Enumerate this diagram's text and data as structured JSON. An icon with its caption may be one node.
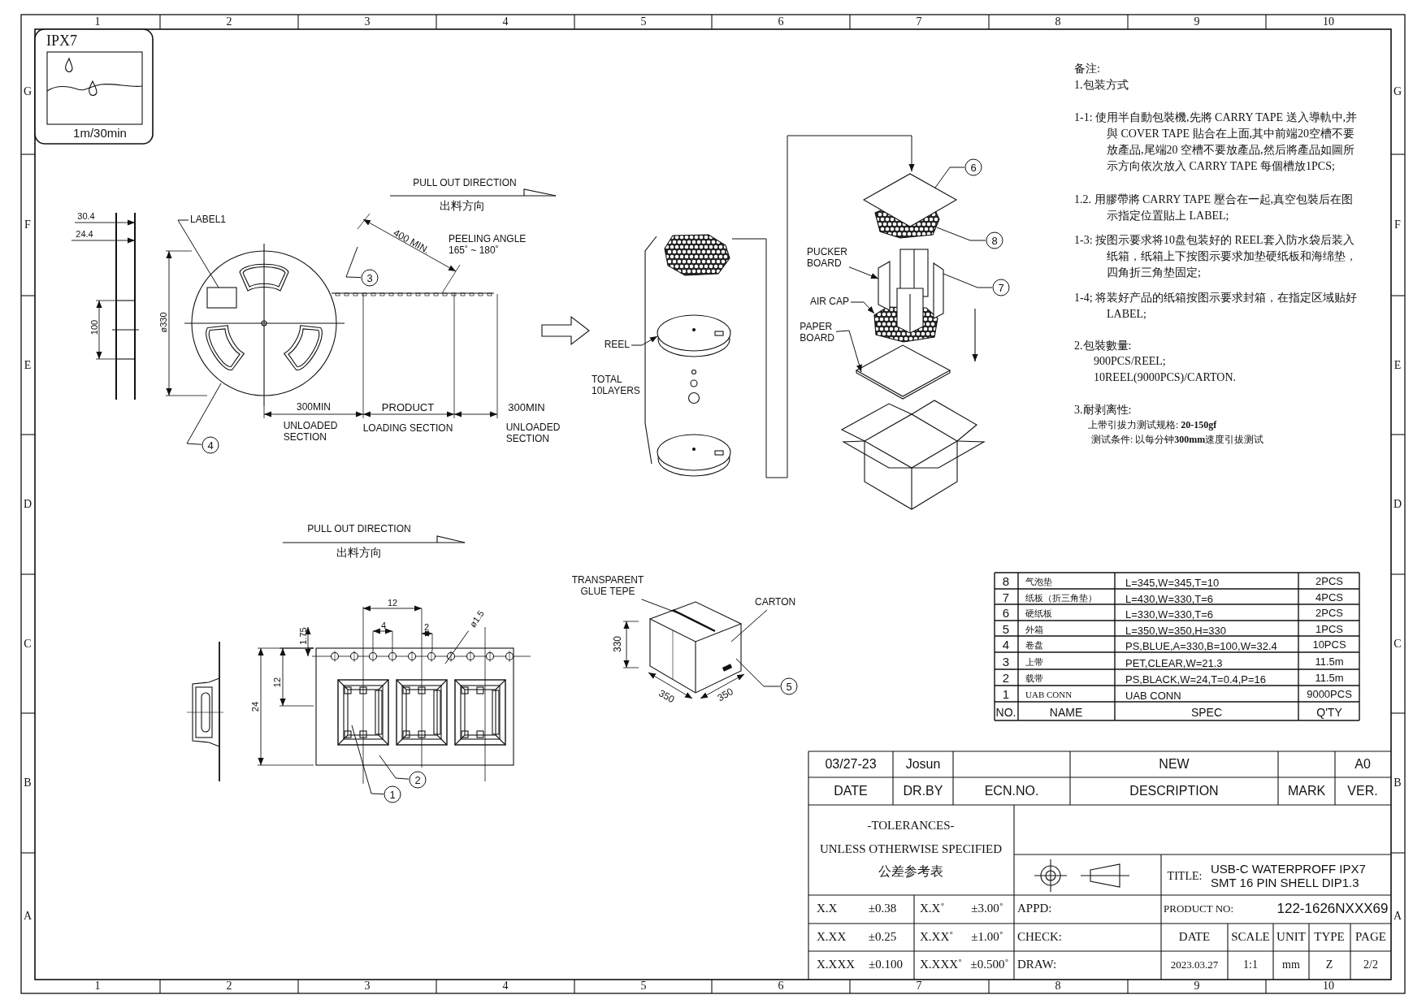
{
  "diagram": {
    "nodes": [
      {
        "text": [
          "LABEL1"
        ]
      },
      {
        "text": [
          "3"
        ]
      },
      {
        "text": [
          "4"
        ]
      },
      {
        "text": [
          "REEL"
        ]
      },
      {
        "text": [
          "PUCKER BOARD"
        ]
      },
      {
        "text": [
          "AIR CAP"
        ]
      },
      {
        "text": [
          "PAPER BOARD"
        ]
      },
      {
        "text": [
          "6"
        ]
      },
      {
        "text": [
          "8"
        ]
      },
      {
        "text": [
          "7"
        ]
      },
      {
        "text": [
          "TRANSPARENT GLUE TEPE"
        ]
      },
      {
        "text": [
          "CARTON"
        ]
      },
      {
        "text": [
          "5"
        ]
      },
      {
        "text": [
          "1"
        ]
      },
      {
        "text": [
          "2"
        ]
      },
      {
        "text": [
          "ø1.5"
        ]
      },
      {
        "text": [],
        "shape": "picture"
      },
      {
        "text": [],
        "shape": "box",
        "in": 16
      },
      {
        "text": [],
        "shape": "picture"
      },
      {
        "text": [],
        "shape": "picture"
      },
      {
        "text": [],
        "shape": "picture"
      },
      {
        "text": [],
        "shape": "box"
      },
      {
        "text": [],
        "shape": "box"
      },
      {
        "text": [],
        "shape": "picture"
      },
      {
        "text": [],
        "shape": "picture"
      },
      {
        "text": [],
        "shape": "picture"
      },
      {
        "text": [],
        "shape": "picture"
      }
    ],
    "edges": [
      {
        "from": 0,
        "to": 17,
        "arrow": "none"
      },
      {
        "from": 1,
        "to": null,
        "arrow": "none"
      },
      {
        "from": 2,
        "to": 16,
        "arrow": "none"
      },
      {
        "from": 3,
        "to": 18,
        "arrow": "to"
      },
      {
        "from": 4,
        "to": 21,
        "arrow": "to"
      },
      {
        "from": 5,
        "to": 20,
        "arrow": "to"
      },
      {
        "from": 6,
        "to": 19,
        "arrow": "to"
      },
      {
        "from": 7,
        "to": 24,
        "arrow": "none"
      },
      {
        "from": 8,
        "to": 23,
        "arrow": "none"
      },
      {
        "from": 9,
        "to": 22,
        "arrow": "none"
      },
      {
        "from": 10,
        "to": 25,
        "arrow": "none"
      },
      {
        "from": 11,
        "to": 25,
        "arrow": "none"
      },
      {
        "from": 12,
        "to": 25,
        "arrow": "none"
      },
      {
        "from": 13,
        "to": 26,
        "arrow": "none"
      },
      {
        "from": 14,
        "to": 26,
        "arrow": "none"
      },
      {
        "from": 15,
        "to": 26,
        "arrow": "none"
      },
      {
        "from": 18,
        "to": 24,
        "arrow": "to"
      }
    ],
    "labels": [
      "1",
      "2",
      "3",
      "4",
      "5",
      "6",
      "7",
      "8",
      "9",
      "10",
      "G",
      "F",
      "E",
      "D",
      "C",
      "B",
      "A",
      "G",
      "F",
      "E",
      "D",
      "C",
      "B",
      "A",
      "1",
      "2",
      "3",
      "4",
      "5",
      "6",
      "7",
      "8",
      "9",
      "10",
      "IPX7",
      "1m/30min",
      "30.4",
      "24.4",
      "100",
      "ø330",
      "PULL OUT DIRECTION",
      "出料方向",
      "400 MIN.",
      "PEELING ANGLE 165˚ ~ 180˚",
      "300MIN",
      "PRODUCT",
      "300MIN",
      "UNLOADED SECTION",
      "LOADING SECTION",
      "UNLOADED SECTION",
      "TOTAL 10LAYERS",
      "备注:",
      "1.包装方式",
      "1-1: 使用半自動包裝機,先將 CARRY TAPE 送入導軌中,并與 COVER TAPE 貼合在上面,其中前端20空槽不要放產品,尾端20 空槽不要放產品,然后將產品如圖所示方向依次放入 CARRY TAPE 每個槽放1PCS;",
      "1.2. 用膠帶將 CARRY TAPE 壓合在一起,真空包裝后在图示指定位置貼上 LABEL;",
      "1-3: 按图示要求将10盘包装好的 REEL套入防水袋后装入纸箱，纸箱上下按图示要求加垫硬纸板和海绵垫，四角折三角垫固定;",
      "1-4; 将装好产品的纸箱按图示要求封箱，在指定区域贴好 LABEL;",
      "2.包裝數量:",
      "900PCS/REEL;",
      "10REEL(9000PCS)/CARTON.",
      "3.耐剥离性:",
      "上带引拔力测试规格: **20-150gf**",
      "测试条件: 以每分钟**300mm**速度引拔测试",
      "PULL OUT DIRECTION",
      "出料方向",
      "12",
      "4",
      "2",
      "1.75",
      "12",
      "24",
      "330",
      "350",
      "350",
      "8",
      "气泡垫",
      "L=345,W=345,T=10",
      "2PCS",
      "7",
      "纸板（折三角垫）",
      "L=430,W=330,T=6",
      "4PCS",
      "6",
      "硬纸板",
      "L=330,W=330,T=6",
      "2PCS",
      "5",
      "外箱",
      "L=350,W=350,H=330",
      "1PCS",
      "4",
      "卷盘",
      "PS,BLUE,A=330,B=100,W=32.4",
      "10PCS",
      "3",
      "上带",
      "PET,CLEAR,W=21.3",
      "11.5m",
      "2",
      "载带",
      "PS,BLACK,W=24,T=0.4,P=16",
      "11.5m",
      "1",
      "UAB CONN",
      "UAB CONN",
      "9000PCS",
      "NO.",
      "NAME",
      "SPEC",
      "Q'TY",
      "03/27-23",
      "Josun",
      "NEW",
      "A0",
      "DATE",
      "DR.BY",
      "ECN.NO.",
      "DESCRIPTION",
      "MARK",
      "VER.",
      "-TOLERANCES-",
      "UNLESS OTHERWISE SPECIFIED",
      "公差参考表",
      "TITLE:",
      "USB-C WATERPROFF IPX7 SMT 16 PIN SHELL DIP1.3",
      "X.X",
      "±0.38",
      "X.X˚",
      "±3.00˚",
      "APPD:",
      "PRODUCT NO:",
      "122-1626NXXX69",
      "X.XX",
      "±0.25",
      "X.XX˚",
      "±1.00˚",
      "CHECK:",
      "DATE",
      "SCALE",
      "UNIT",
      "TYPE",
      "PAGE",
      "X.XXX",
      "±0.100",
      "X.XXX˚",
      "±0.500˚",
      "DRAW:",
      "2023.03.27",
      "1:1",
      "mm",
      "Z",
      "2/2"
    ]
  }
}
